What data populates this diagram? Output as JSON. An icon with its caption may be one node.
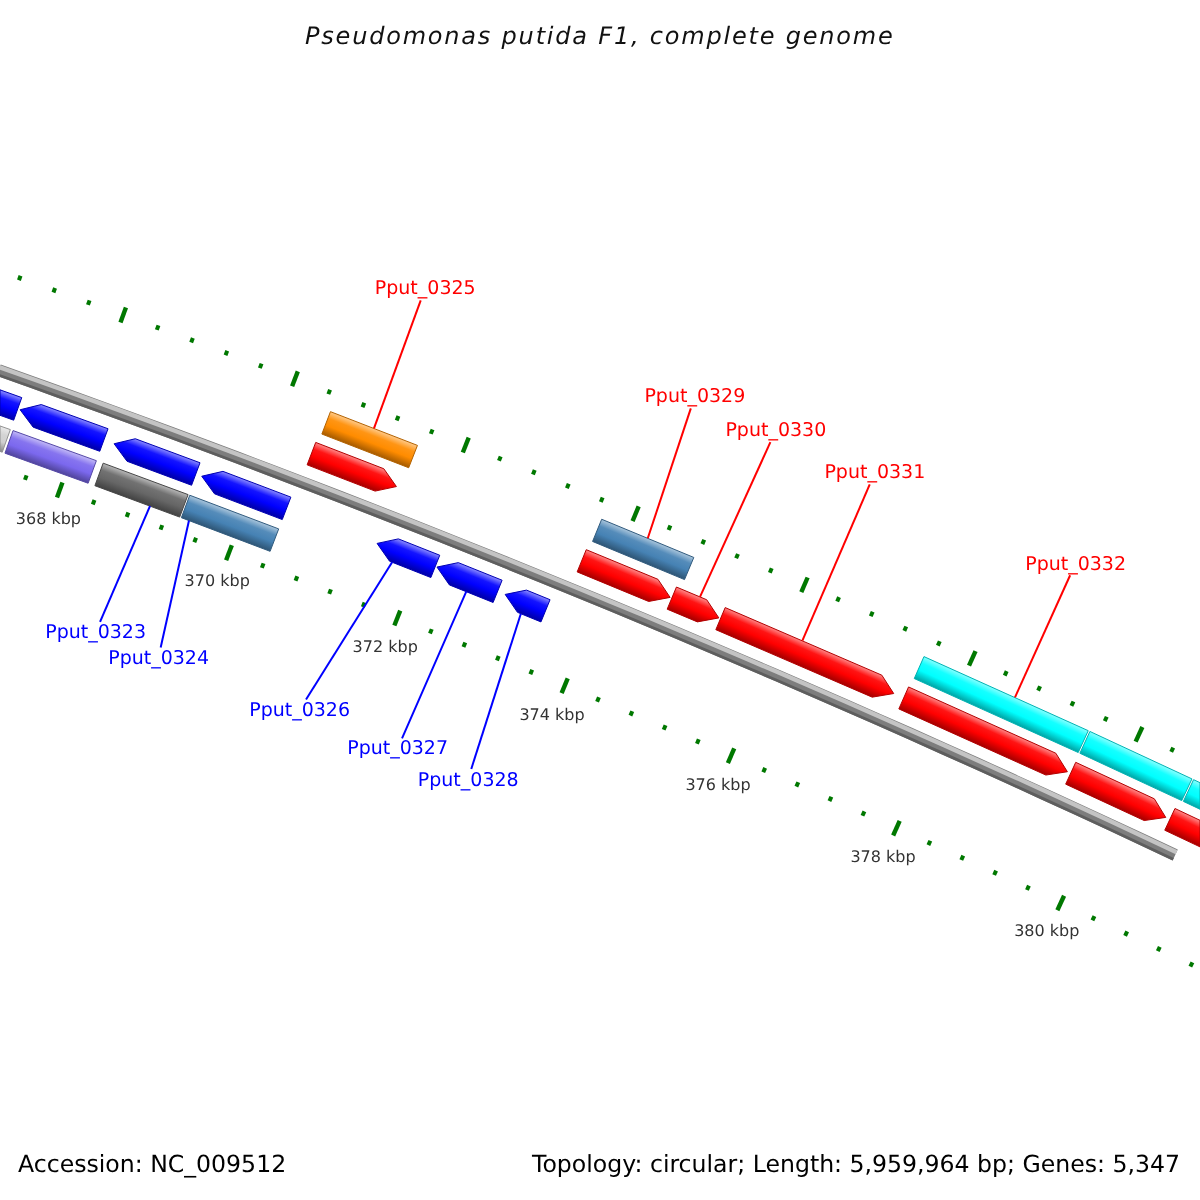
{
  "diagram": {
    "title": "Pseudomonas putida F1, complete genome",
    "nodes": [
      {
        "text": [
          "Pput_0325"
        ]
      },
      {
        "text": [
          "Pput_0329"
        ]
      },
      {
        "text": [
          "Pput_0330"
        ]
      },
      {
        "text": [
          "Pput_0331"
        ]
      },
      {
        "text": [
          "Pput_0332"
        ]
      },
      {
        "text": [
          "Pput_0323"
        ]
      },
      {
        "text": [
          "Pput_0324"
        ]
      },
      {
        "text": [
          "Pput_0326"
        ]
      },
      {
        "text": [
          "Pput_0327"
        ]
      },
      {
        "text": [
          "Pput_0328"
        ]
      },
      {
        "text": [],
        "shape": "bar"
      },
      {
        "text": [],
        "shape": "bar"
      },
      {
        "text": [],
        "shape": "arrow"
      },
      {
        "text": [],
        "shape": "arrow"
      },
      {
        "text": [],
        "shape": "arrow"
      },
      {
        "text": [],
        "shape": "bar"
      },
      {
        "text": [],
        "shape": "arrow"
      },
      {
        "text": [],
        "shape": "bar"
      },
      {
        "text": [],
        "shape": "bar"
      },
      {
        "text": [],
        "shape": "arrow"
      },
      {
        "text": [],
        "shape": "arrow"
      },
      {
        "text": [],
        "shape": "arrow"
      },
      {
        "text": [],
        "shape": "arrow"
      },
      {
        "text": [],
        "shape": "bar"
      },
      {
        "text": [],
        "shape": "arrow"
      },
      {
        "text": [],
        "shape": "arrow"
      },
      {
        "text": [],
        "shape": "arrow"
      },
      {
        "text": [],
        "shape": "bar"
      },
      {
        "text": [],
        "shape": "arrow"
      },
      {
        "text": [],
        "shape": "bar"
      },
      {
        "text": [],
        "shape": "arrow"
      },
      {
        "text": [],
        "shape": "bar"
      },
      {
        "text": [],
        "shape": "arrow"
      }
    ],
    "edges": [
      {
        "from": 0,
        "to": 18,
        "arrow": "none",
        "color": "#ff0000"
      },
      {
        "from": 1,
        "to": 23,
        "arrow": "none",
        "color": "#ff0000"
      },
      {
        "from": 2,
        "to": 25,
        "arrow": "none",
        "color": "#ff0000"
      },
      {
        "from": 3,
        "to": 26,
        "arrow": "none",
        "color": "#ff0000"
      },
      {
        "from": 4,
        "to": 27,
        "arrow": "none",
        "color": "#ff0000"
      },
      {
        "from": 5,
        "to": 15,
        "arrow": "none",
        "color": "#0000ff"
      },
      {
        "from": 6,
        "to": 17,
        "arrow": "none",
        "color": "#0000ff"
      },
      {
        "from": 7,
        "to": 20,
        "arrow": "none",
        "color": "#0000ff"
      },
      {
        "from": 8,
        "to": 21,
        "arrow": "none",
        "color": "#0000ff"
      },
      {
        "from": 9,
        "to": 22,
        "arrow": "none",
        "color": "#0000ff"
      }
    ],
    "labels": [
      "368 kbp",
      "370 kbp",
      "372 kbp",
      "374 kbp",
      "376 kbp",
      "378 kbp",
      "380 kbp",
      "Accession: NC_009512",
      "Topology: circular; Length: 5,959,964 bp; Genes: 5,347"
    ]
  }
}
